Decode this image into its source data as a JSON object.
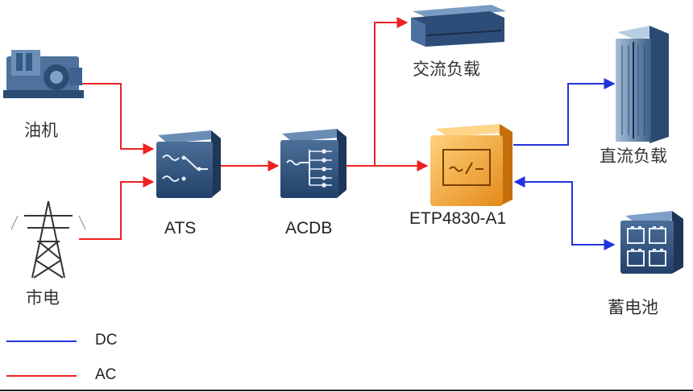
{
  "nodes": {
    "diesel": {
      "label": "油机"
    },
    "grid": {
      "label": "市电"
    },
    "ats": {
      "label": "ATS"
    },
    "acdb": {
      "label": "ACDB"
    },
    "ac_load": {
      "label": "交流负载"
    },
    "etp": {
      "label": "ETP4830-A1"
    },
    "dc_load": {
      "label": "直流负载"
    },
    "battery": {
      "label": "蓄电池"
    }
  },
  "legend": {
    "dc": {
      "label": "DC",
      "color": "#2233dd"
    },
    "ac": {
      "label": "AC",
      "color": "#ee2222"
    }
  },
  "colors": {
    "ac_line": "#ee2222",
    "dc_line": "#2233dd",
    "device_body": "#2c4c73",
    "device_light": "#5a7ea6",
    "etp_orange": "#f0a23a"
  }
}
